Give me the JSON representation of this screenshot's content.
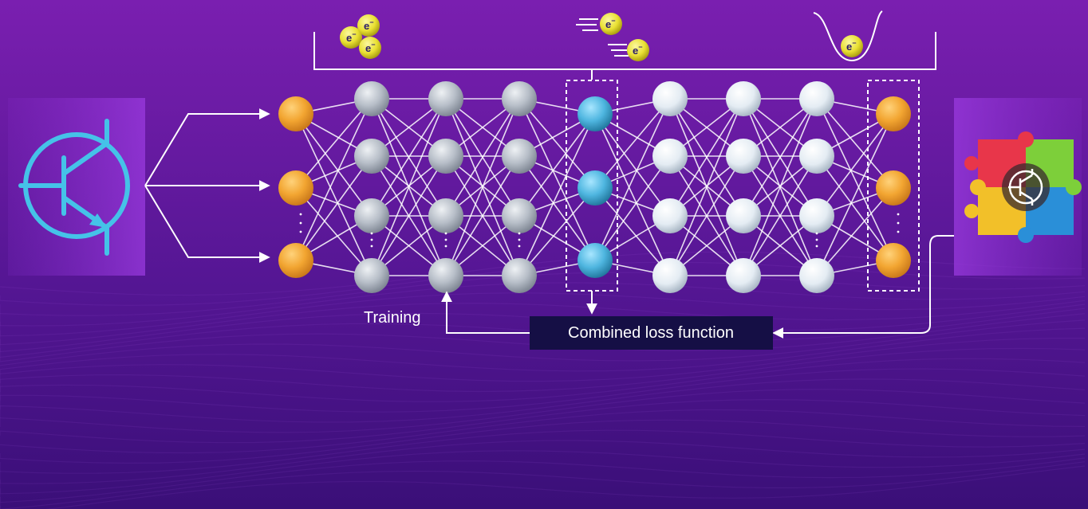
{
  "labels": {
    "training": "Training",
    "loss_function": "Combined loss function",
    "electron": "e",
    "electron_sup": "−"
  },
  "network": {
    "layers": [
      {
        "kind": "input",
        "count": 3,
        "dots": true
      },
      {
        "kind": "hidden-grey",
        "count": 4,
        "dots": true
      },
      {
        "kind": "hidden-grey",
        "count": 4,
        "dots": true
      },
      {
        "kind": "hidden-grey",
        "count": 4,
        "dots": true
      },
      {
        "kind": "latent",
        "count": 3,
        "dots": false
      },
      {
        "kind": "hidden-light",
        "count": 4,
        "dots": false
      },
      {
        "kind": "hidden-light",
        "count": 4,
        "dots": false
      },
      {
        "kind": "hidden-light",
        "count": 4,
        "dots": true
      },
      {
        "kind": "output",
        "count": 3,
        "dots": true
      }
    ]
  },
  "icons": {
    "left_panel": "transistor-icon",
    "right_panel": "puzzle-transistor-icon",
    "electron_cluster": "electron-cluster-icon",
    "electron_motion": "moving-electrons-icon",
    "electron_well": "potential-well-icon"
  },
  "colors": {
    "background_top": "#7a1fb0",
    "background_bottom": "#3b0f7a",
    "input_node": "#f2a531",
    "hidden_grey": "#b7bec8",
    "hidden_light": "#e4ecf3",
    "latent_node": "#4fb6e0",
    "transistor": "#45c2e8",
    "electron": "#e9e033",
    "loss_box": "#150f45"
  }
}
